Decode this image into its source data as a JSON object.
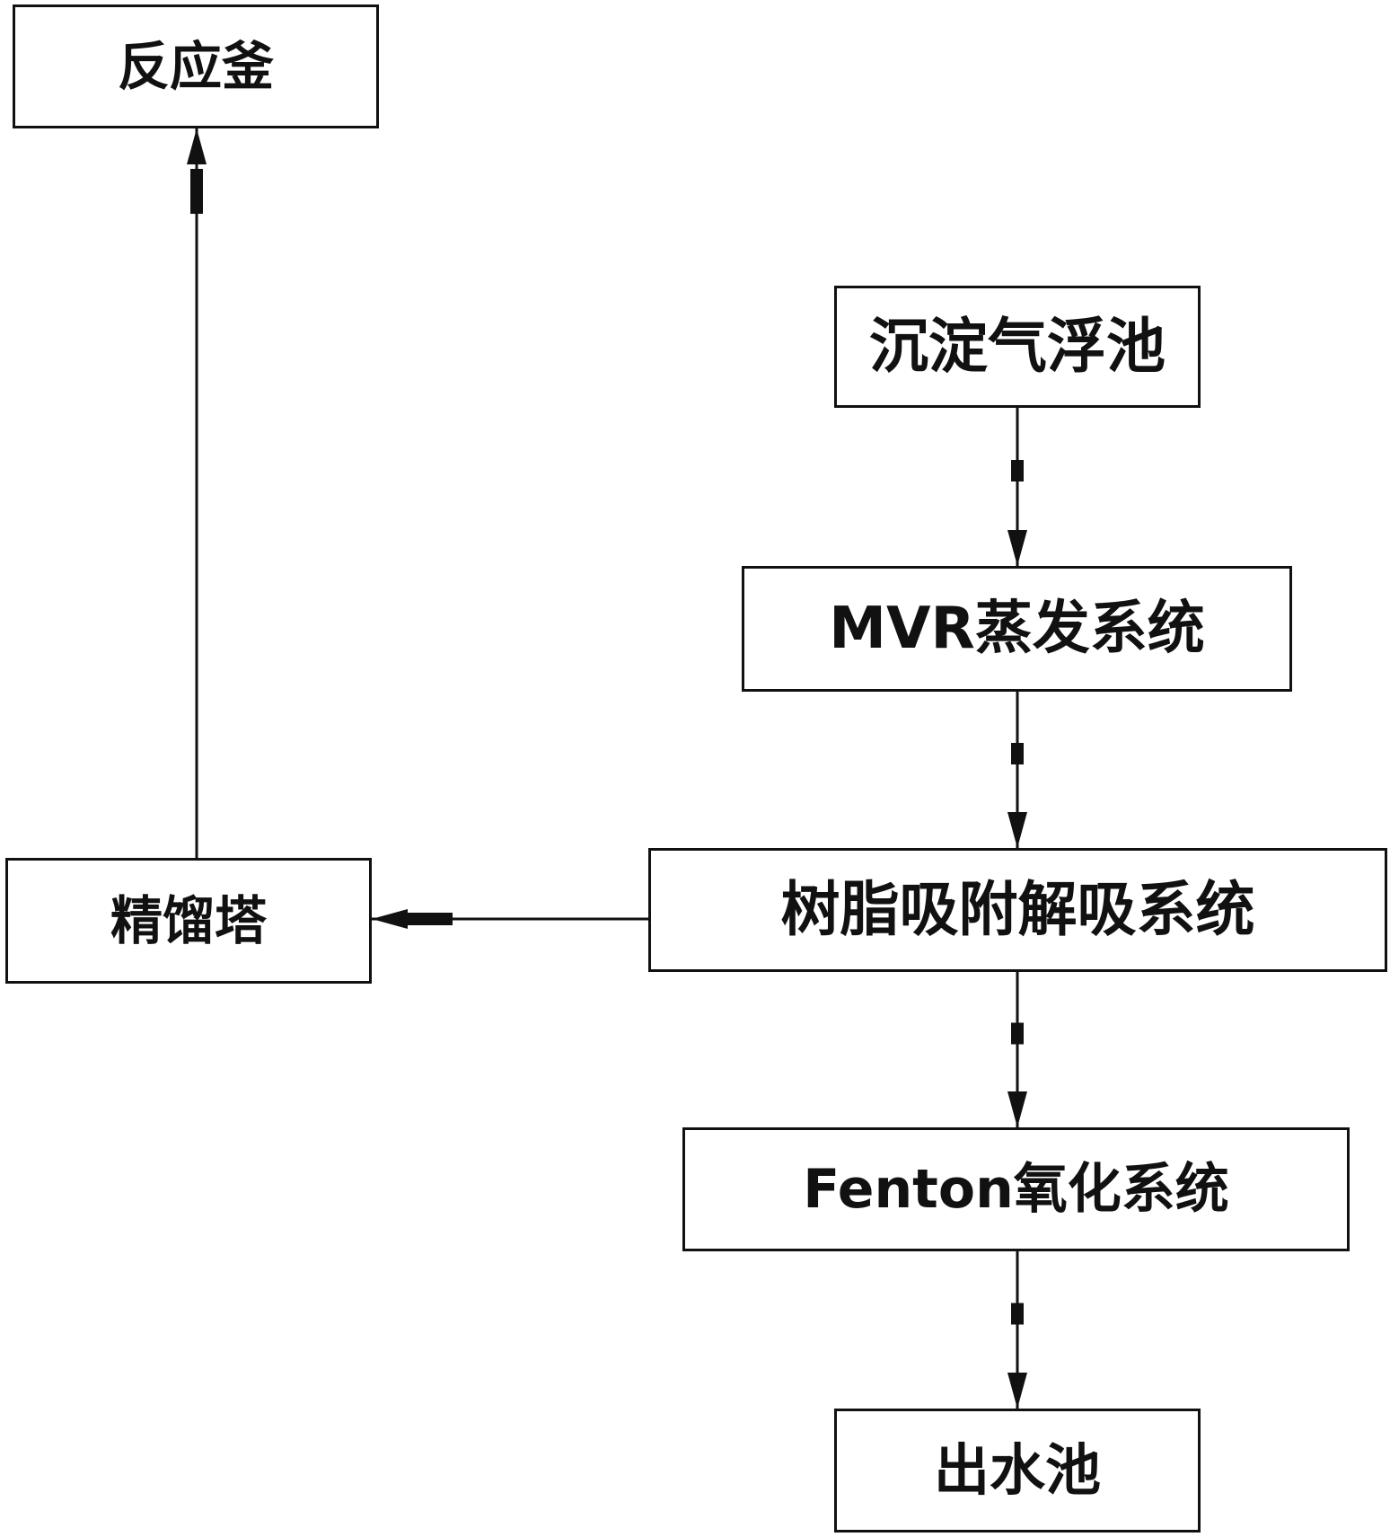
{
  "diagram": {
    "nodes": {
      "reactor": {
        "label": "反应釜"
      },
      "settling_flotation": {
        "label": "沉淀气浮池"
      },
      "mvr": {
        "label": "MVR蒸发系统"
      },
      "resin": {
        "label": "树脂吸附解吸系统"
      },
      "distillation": {
        "label": "精馏塔"
      },
      "fenton": {
        "label": "Fenton氧化系统"
      },
      "outlet": {
        "label": "出水池"
      }
    },
    "edges": [
      {
        "from": "distillation",
        "to": "reactor"
      },
      {
        "from": "settling_flotation",
        "to": "mvr"
      },
      {
        "from": "mvr",
        "to": "resin"
      },
      {
        "from": "resin",
        "to": "distillation"
      },
      {
        "from": "resin",
        "to": "fenton"
      },
      {
        "from": "fenton",
        "to": "outlet"
      }
    ],
    "colors": {
      "stroke": "#111111",
      "background": "#ffffff"
    }
  }
}
